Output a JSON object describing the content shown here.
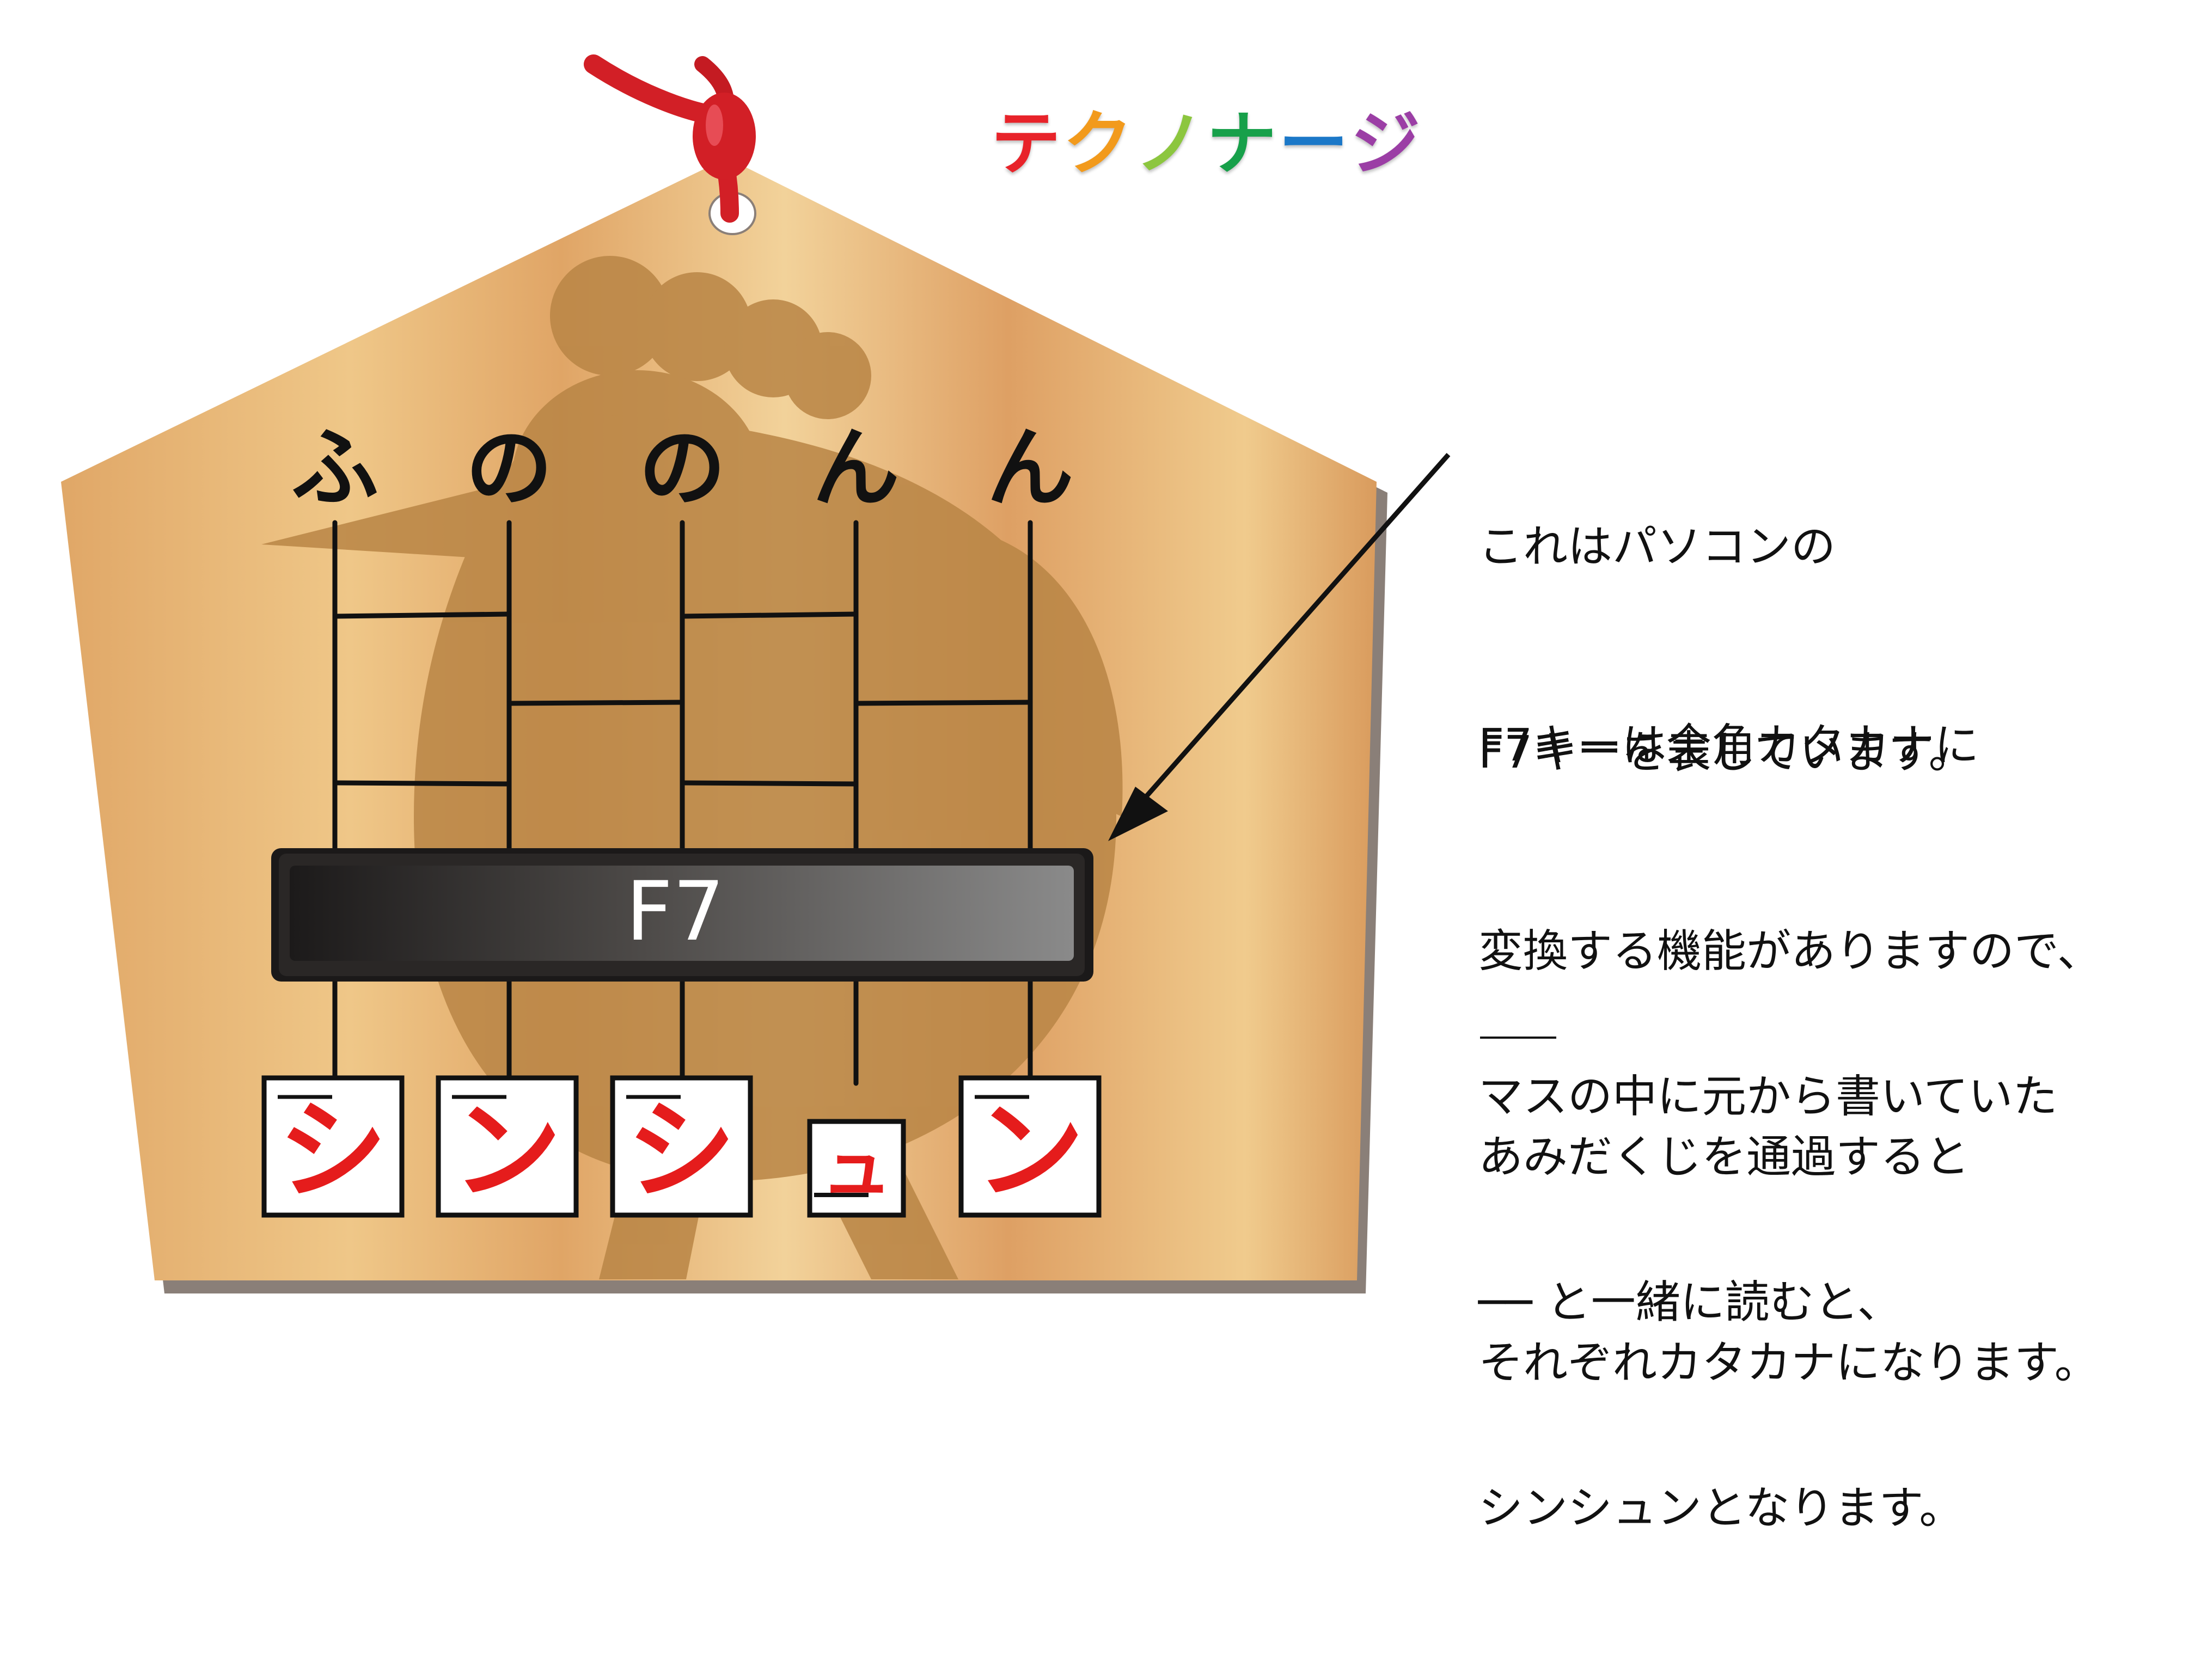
{
  "logo": {
    "chars": [
      "テ",
      "ク",
      "ノ",
      "ナ",
      "ー",
      "ジ"
    ],
    "colors": [
      "#e8232a",
      "#f29a1c",
      "#8cc63f",
      "#17a04a",
      "#1b78c8",
      "#9b3ea5"
    ]
  },
  "ema": {
    "top_hiragana": [
      "ふ",
      "の",
      "の",
      "ん",
      "ん"
    ],
    "key_label": "F7",
    "result_squares": [
      {
        "char": "シ",
        "size": "large"
      },
      {
        "char": "ン",
        "size": "large"
      },
      {
        "char": "シ",
        "size": "large"
      },
      {
        "char": "ュ",
        "size": "small"
      },
      {
        "char": "ン",
        "size": "large"
      }
    ]
  },
  "description": {
    "para1": [
      "これはパソコンの",
      "F7キーを表しています。"
    ],
    "para2": [
      "F7キーは全角カタカナに",
      "変換する機能がありますので、",
      "あみだくじを通過すると",
      "それぞれカタカナになります。"
    ],
    "para3": [
      "マスの中に元から書いていた",
      "── と一緒に読むと、",
      "シンシュンとなります。"
    ]
  },
  "colors": {
    "wood_light": "#f2d29a",
    "wood_dark": "#dca263",
    "rooster_silhouette": "#b98545",
    "cord": "#d21f26",
    "key_dark": "#1c1a1a",
    "key_light": "#8a8a8a",
    "accent_red": "#e51c1c"
  }
}
